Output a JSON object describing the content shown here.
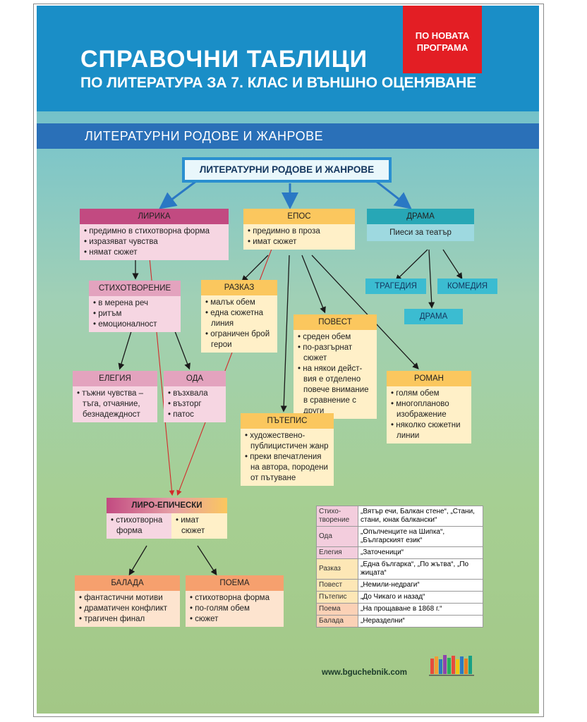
{
  "badge": {
    "line1": "ПО НОВАТА",
    "line2": "ПРОГРАМА"
  },
  "title": "СПРАВОЧНИ ТАБЛИЦИ",
  "subtitle": "ПО ЛИТЕРАТУРА ЗА 7. КЛАС И ВЪНШНО ОЦЕНЯВАНЕ",
  "section": "ЛИТЕРАТУРНИ РОДОВЕ И ЖАНРОВЕ",
  "main": "ЛИТЕРАТУРНИ РОДОВЕ И ЖАНРОВЕ",
  "lirika": {
    "title": "ЛИРИКА",
    "items": [
      "предимно в стихотворна форма",
      "изразяват чувства",
      "нямат сюжет"
    ]
  },
  "epos": {
    "title": "ЕПОС",
    "items": [
      "предимно в проза",
      "имат сюжет"
    ]
  },
  "drama": {
    "title": "ДРАМА",
    "body": "Пиеси за театър",
    "sub": [
      "ТРАГЕДИЯ",
      "КОМЕДИЯ",
      "ДРАМА"
    ]
  },
  "stih": {
    "title": "СТИХОТВОРЕНИЕ",
    "items": [
      "в мерена реч",
      "ритъм",
      "емоционалност"
    ]
  },
  "razkaz": {
    "title": "РАЗКАЗ",
    "items": [
      "малък обем",
      "една сюжетна линия",
      "ограничен брой герои"
    ]
  },
  "povest": {
    "title": "ПОВЕСТ",
    "items": [
      "среден обем",
      "по-разгърнат сюжет",
      "на някои дейст- вия е отделено повече внимание в сравнение с други"
    ]
  },
  "elegia": {
    "title": "ЕЛЕГИЯ",
    "items": [
      "тъжни чувства – тъга, отчаяние, безнадеждност"
    ]
  },
  "oda": {
    "title": "ОДА",
    "items": [
      "възхвала",
      "възторг",
      "патос"
    ]
  },
  "roman": {
    "title": "РОМАН",
    "items": [
      "голям обем",
      "многопланово изображение",
      "няколко сюжетни линии"
    ]
  },
  "patepis": {
    "title": "ПЪТЕПИС",
    "items": [
      "художествено- публицистичен жанр",
      "преки впечатления на автора, породени от пътуване"
    ]
  },
  "liroepic": {
    "title": "ЛИРО-ЕПИЧЕСКИ",
    "left": [
      "стихотворна форма"
    ],
    "right": [
      "имат сюжет"
    ]
  },
  "balada": {
    "title": "БАЛАДА",
    "items": [
      "фантастични мотиви",
      "драматичен конфликт",
      "трагичен финал"
    ]
  },
  "poema": {
    "title": "ПОЕМА",
    "items": [
      "стихотворна форма",
      "по-голям обем",
      "сюжет"
    ]
  },
  "works": [
    {
      "genre": "Стихо- творение",
      "work": "„Вятър ечи, Балкан стене“, „Стани, стани, юнак балкански“"
    },
    {
      "genre": "Ода",
      "work": "„Опълченците на Шипка“, „Българският език“"
    },
    {
      "genre": "Елегия",
      "work": "„Заточеници“"
    },
    {
      "genre": "Разказ",
      "work": "„Една българка“, „По жътва“, „По жицата“"
    },
    {
      "genre": "Повест",
      "work": "„Немили-недраги“"
    },
    {
      "genre": "Пътепис",
      "work": "„До Чикаго и назад“"
    },
    {
      "genre": "Поема",
      "work": "„На прощаване в 1868 г.“"
    },
    {
      "genre": "Балада",
      "work": "„Неразделни“"
    }
  ],
  "site": "www.bguchebnik.com",
  "colors": {
    "header": "#1a8ec7",
    "badge": "#e31e24",
    "section": "#2a70b8",
    "pink": "#c24a81",
    "orange": "#fbc75e",
    "teal": "#27a7b6",
    "salmon": "#f6a06e"
  }
}
